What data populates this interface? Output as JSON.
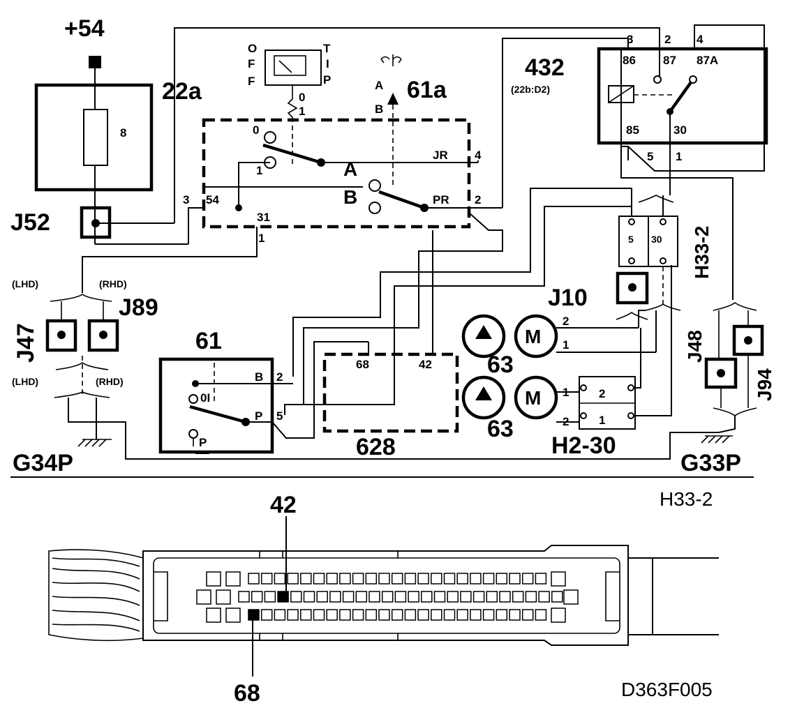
{
  "labels": {
    "supply": "+54",
    "fuse_box": "22a",
    "fuse_num": "8",
    "j52": "J52",
    "switch_off_o": "O",
    "switch_off_f1": "F",
    "switch_off_f2": "F",
    "switch_tip_t": "T",
    "switch_tip_i": "I",
    "switch_tip_p": "P",
    "pos0_top": "0",
    "pos1_top": "1",
    "sw_0": "0",
    "sw_1": "1",
    "sw_a": "A",
    "sw_b": "B",
    "sw_jr": "JR",
    "sw_pr": "PR",
    "sw_54": "54",
    "sw_31": "31",
    "pin3": "3",
    "pin4": "4",
    "pin2": "2",
    "pin1": "1",
    "c61a": "61a",
    "c61a_a": "A",
    "c61a_b": "B",
    "relay": "432",
    "relay_ref": "(22b:D2)",
    "r3": "3",
    "r2": "2",
    "r4": "4",
    "r86": "86",
    "r87": "87",
    "r87a": "87A",
    "r85": "85",
    "r30": "30",
    "r5": "5",
    "r1": "1",
    "h33": "H33-2",
    "h33_5": "5",
    "h33_30": "30",
    "j10": "J10",
    "lhd1": "(LHD)",
    "rhd1": "(RHD)",
    "j89": "J89",
    "j47": "J47",
    "lhd2": "(LHD)",
    "rhd2": "(RHD)",
    "g34p": "G34P",
    "c61": "61",
    "c61_b": "B",
    "c61_2": "2",
    "c61_0i": "0I",
    "c61_p": "P",
    "c61_5": "5",
    "c61_pb": "P",
    "c628": "628",
    "c628_68": "68",
    "c628_42": "42",
    "pump": "63",
    "pump2": "63",
    "motor": "M",
    "motor2": "M",
    "m1_2": "2",
    "m1_1": "1",
    "m2_1": "1",
    "m2_2": "2",
    "h230": "H2-30",
    "h230_2": "2",
    "h230_1": "1",
    "j48": "J48",
    "j94": "J94",
    "g33p": "G33P",
    "conn_title": "H33-2",
    "conn_42": "42",
    "conn_68": "68",
    "ref": "D363F005"
  }
}
